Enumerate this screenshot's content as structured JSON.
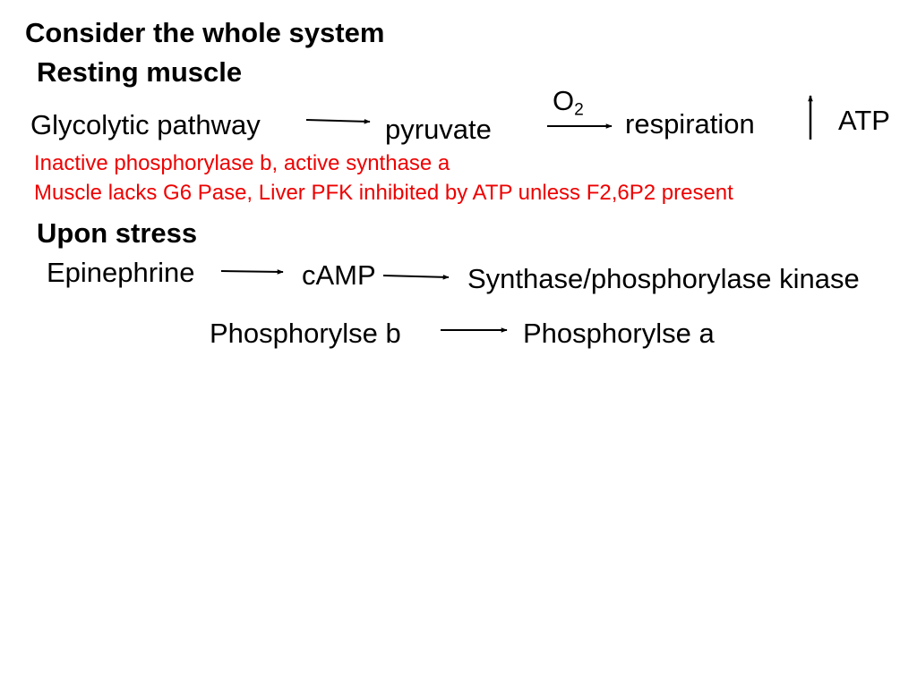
{
  "title": "Consider the whole system",
  "resting": {
    "heading": "Resting muscle",
    "glycolytic": "Glycolytic pathway",
    "pyruvate": "pyruvate",
    "oxygen": "O",
    "oxygen_sub": "2",
    "respiration": "respiration",
    "atp": "ATP",
    "note_1": "Inactive phosphorylase b, active synthase a",
    "note_2": "Muscle lacks G6 Pase, Liver PFK inhibited by ATP unless F2,6P2 present"
  },
  "stress": {
    "heading": "Upon stress",
    "epinephrine": "Epinephrine",
    "camp": "cAMP",
    "synthase_kinase": "Synthase/phosphorylase kinase",
    "phosphorylse_b": "Phosphorylse b",
    "phosphorylse_a": "Phosphorylse a"
  },
  "colors": {
    "note_text": "#ee0000",
    "arrow": "#000000"
  }
}
